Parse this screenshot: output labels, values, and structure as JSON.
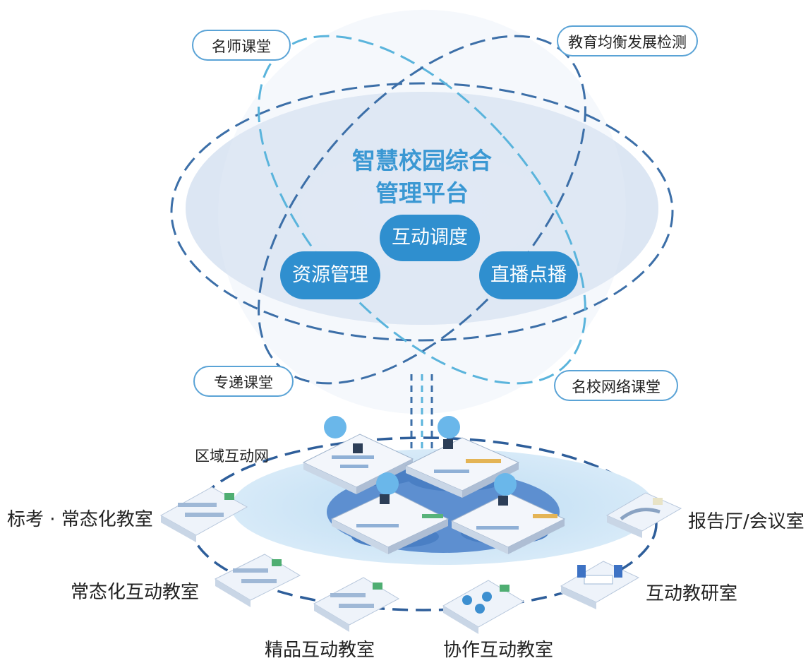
{
  "platform": {
    "title_line1": "智慧校园综合",
    "title_line2": "管理平台",
    "functions": [
      "互动调度",
      "资源管理",
      "直播点播"
    ]
  },
  "orbit_tags": [
    "名师课堂",
    "教育均衡发展检测",
    "专递课堂",
    "名校网络课堂"
  ],
  "network_label": "区域互动网",
  "rooms": [
    "标考 · 常态化教室",
    "常态化互动教室",
    "精品互动教室",
    "协作互动教室",
    "互动教研室",
    "报告厅/会议室"
  ],
  "colors": {
    "accent": "#2f8fcf",
    "title": "#3b98d3",
    "dash_dark": "#3c6fa8",
    "dash_light": "#5ab4dc",
    "hub": "#5d8fd0",
    "halo": "#cfe5f6"
  }
}
